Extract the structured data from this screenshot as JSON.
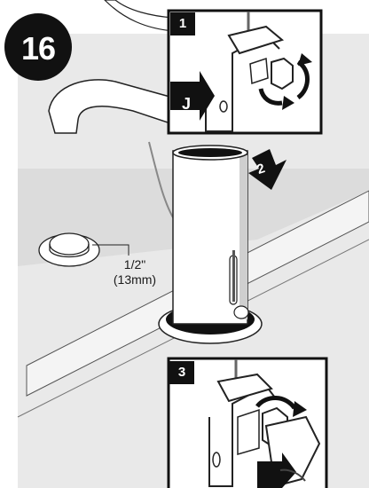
{
  "step_number": "16",
  "inset_labels": {
    "first": "1",
    "second": "3"
  },
  "part_letter": "J",
  "arrow_label": "2",
  "dimension": {
    "imperial": "1/2\"",
    "metric": "(13mm)"
  }
}
